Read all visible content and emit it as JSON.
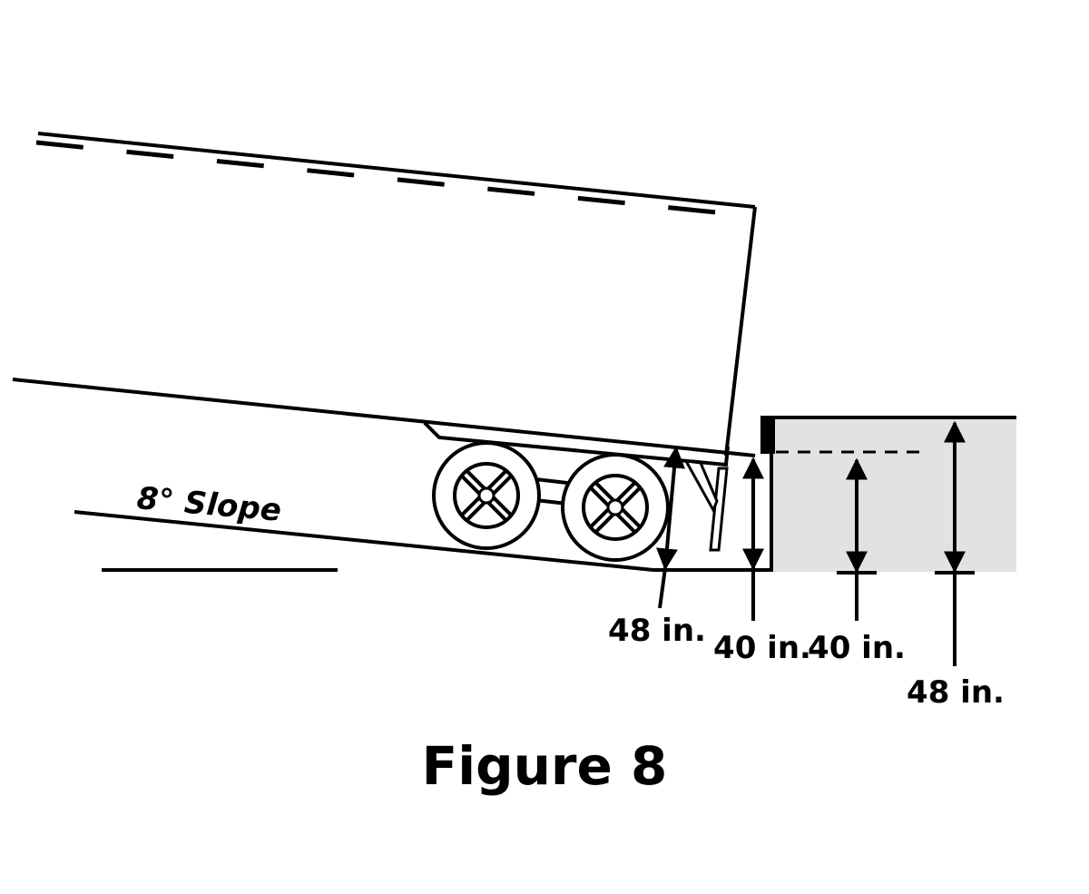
{
  "slope_label": "8° Slope",
  "dimensions": {
    "trailer_bed_height": "48 in.",
    "dock_height_at_edge": "40 in.",
    "dock_height_inner": "40 in.",
    "dock_height_outer": "48 in."
  },
  "caption": "Figure 8",
  "colors": {
    "line": "#000000",
    "dock_fill": "#e2e2e2",
    "background": "#ffffff"
  }
}
